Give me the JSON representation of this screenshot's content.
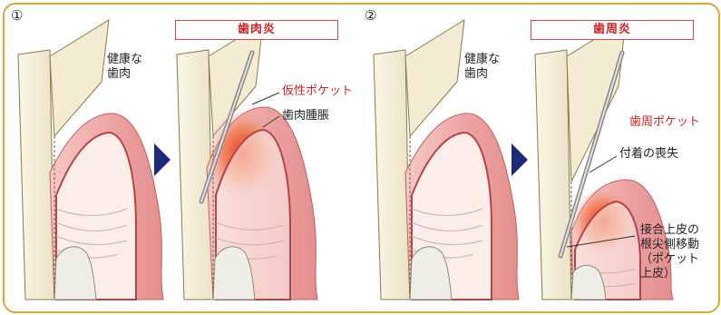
{
  "panel1": {
    "number": "①",
    "healthy_label": "健康な\n歯肉",
    "disease_title": "歯肉炎",
    "pseudo_pocket_label": "仮性ポケット",
    "swelling_label": "歯肉腫脹"
  },
  "panel2": {
    "number": "②",
    "healthy_label": "健康な\n歯肉",
    "disease_title": "歯周炎",
    "perio_pocket_label": "歯周ポケット",
    "attachment_loss_label": "付着の喪失",
    "epithelium_label": "接合上皮の\n根尖側移動\n（ポケット\n上皮）"
  },
  "colors": {
    "frame": "#d9a640",
    "title_red": "#cc2222",
    "arrow_navy": "#1d2a7a",
    "gum_pink": "#eba0a0",
    "inflamed_red": "#e8401a",
    "tooth_cream": "#f5f0dc",
    "bone_white": "#efeee6"
  }
}
